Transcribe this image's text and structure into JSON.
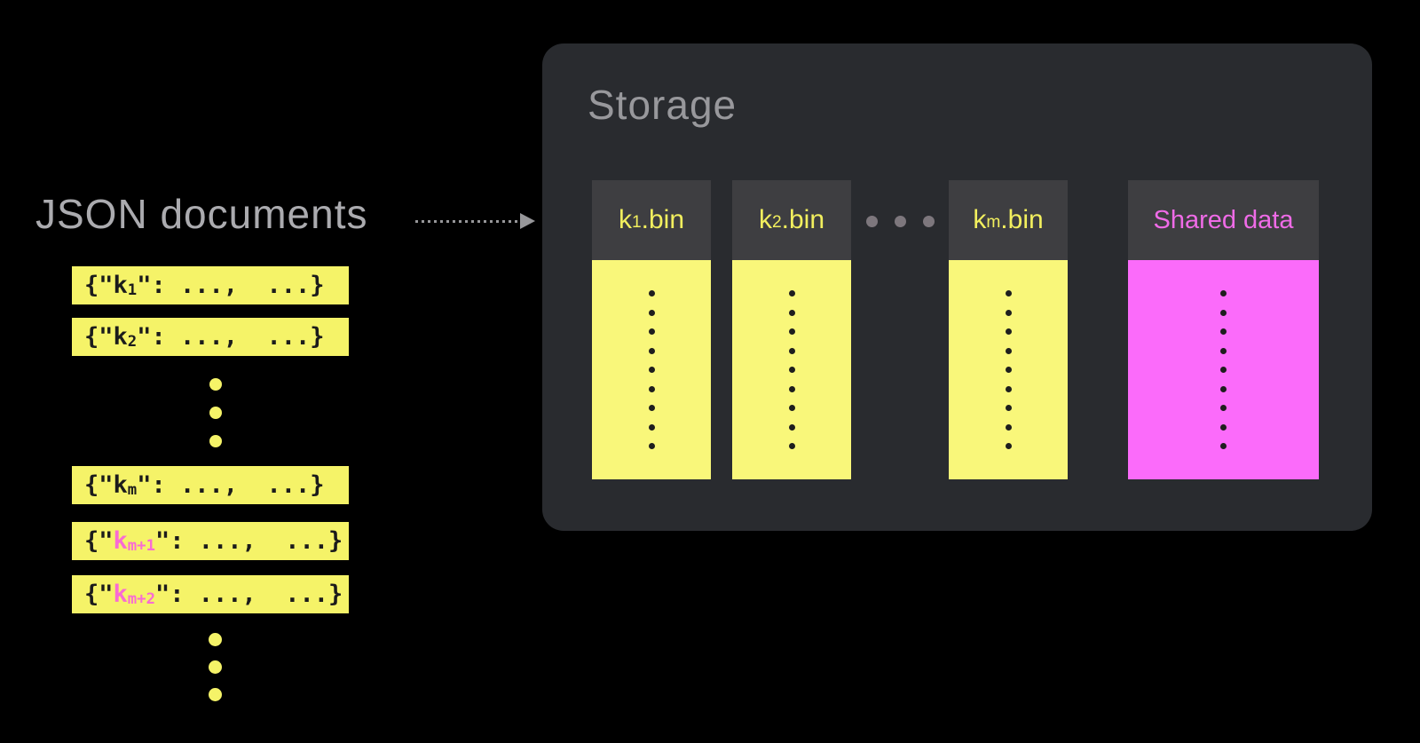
{
  "left": {
    "title": "JSON documents",
    "rows": [
      {
        "open": "{\"",
        "key": "k",
        "sub": "1",
        "close": "\": ...,  ...}"
      },
      {
        "open": "{\"",
        "key": "k",
        "sub": "2",
        "close": "\": ...,  ...}"
      },
      {
        "open": "{\"",
        "key": "k",
        "sub": "m",
        "close": "\": ...,  ...}"
      },
      {
        "open": "{\"",
        "key": "k",
        "sub": "m+1",
        "close": "\": ...,  ...}"
      },
      {
        "open": "{\"",
        "key": "k",
        "sub": "m+2",
        "close": "\": ...,  ...}"
      }
    ]
  },
  "storage": {
    "title": "Storage",
    "bins": [
      {
        "key": "k",
        "sub": "1",
        "suffix": ".bin"
      },
      {
        "key": "k",
        "sub": "2",
        "suffix": ".bin"
      },
      {
        "key": "k",
        "sub": "m",
        "suffix": ".bin"
      }
    ],
    "shared_label": "Shared data"
  },
  "colors": {
    "background": "#000000",
    "panel": "#292B2F",
    "bin_header": "#3E3E41",
    "bin_body_yellow": "#F9F77A",
    "doc_bar_yellow": "#F5F368",
    "shared_body_magenta": "#FB6BFA",
    "shared_label_pink": "#EF6BE7",
    "doc_key_pink": "#F96BD3",
    "bin_label_yellow": "#F2EF5E",
    "title_gray": "#9B9B9F"
  }
}
